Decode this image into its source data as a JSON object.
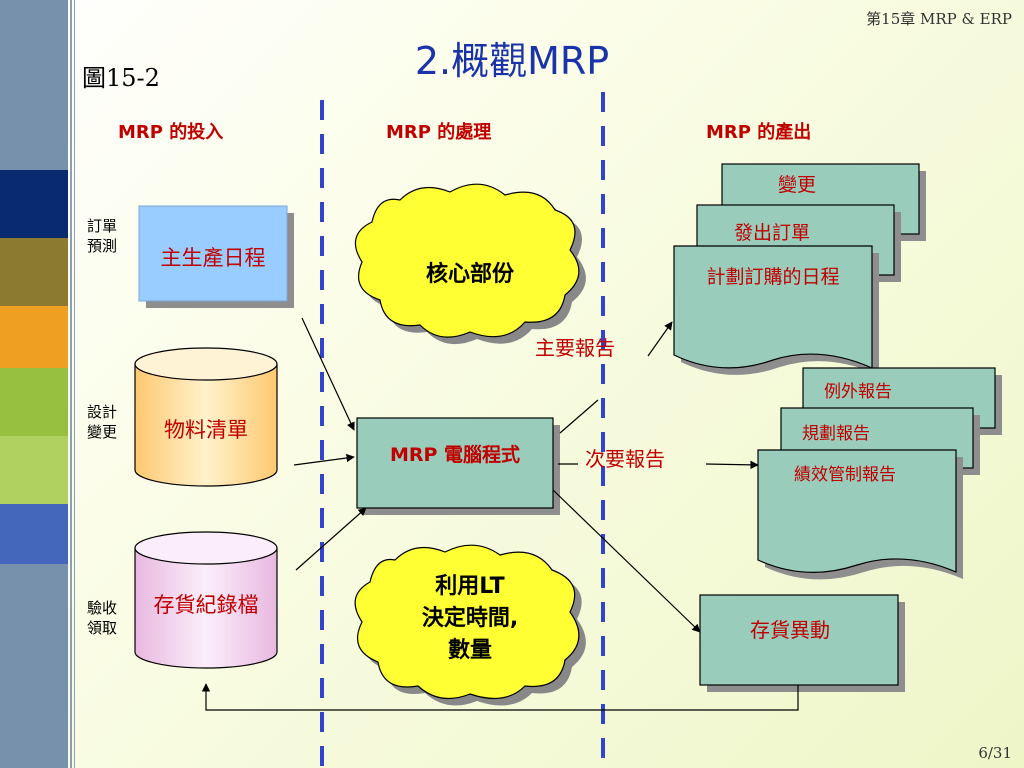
{
  "header": {
    "chapter": "第15章 MRP & ERP",
    "title": "2.概觀MRP",
    "figure_label": "圖15-2"
  },
  "footer": {
    "page": "6/31"
  },
  "columns": {
    "input": "MRP 的投入",
    "process": "MRP 的處理",
    "output": "MRP 的產出"
  },
  "inputs": {
    "order_forecast": "訂單預測",
    "design_change": "設計變更",
    "receipt_issue": "驗收領取",
    "master_schedule": "主生產日程",
    "bom": "物料清單",
    "inventory_file": "存貨紀錄檔"
  },
  "process": {
    "core": "核心部份",
    "program": "MRP 電腦程式",
    "lt_line1": "利用LT",
    "lt_line2": "決定時間,",
    "lt_line3": "數量"
  },
  "outputs": {
    "primary_label": "主要報告",
    "secondary_label": "次要報告",
    "changes": "變更",
    "issue_orders": "發出訂單",
    "planned_orders": "計劃訂購的日程",
    "exception": "例外報告",
    "planning": "規劃報告",
    "performance": "績效管制報告",
    "transactions": "存貨異動"
  },
  "colors": {
    "title": "#1a33aa",
    "header_red": "#c00000",
    "teal": "#99ccbb",
    "cloud": "#ffff33",
    "dash": "#3344cc"
  }
}
